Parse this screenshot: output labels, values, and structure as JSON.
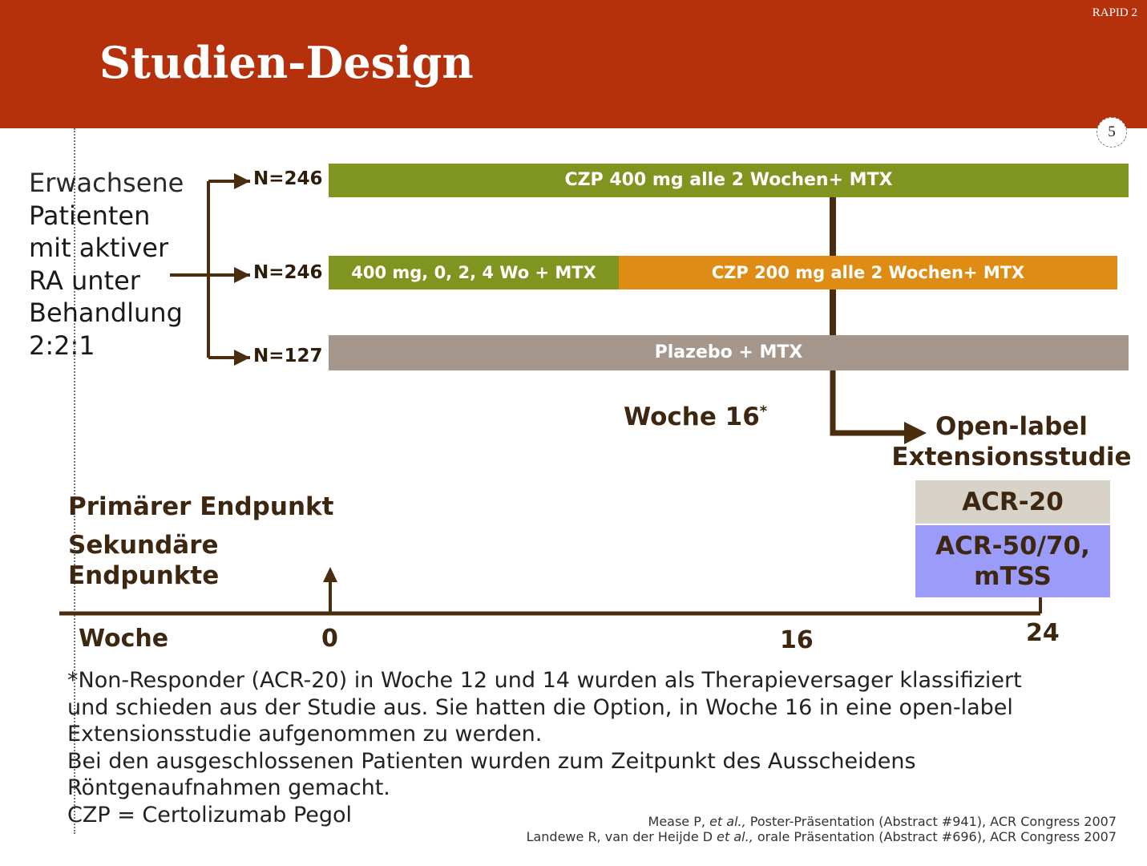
{
  "header": {
    "title": "Studien-Design",
    "tag": "RAPID 2",
    "page_number": "5"
  },
  "population": {
    "lines": [
      "Erwachsene",
      "Patienten",
      "mit aktiver",
      "RA unter",
      "Behandlung",
      "2:2:1"
    ]
  },
  "arms": [
    {
      "n_label": "N=246",
      "segments": [
        {
          "label": "CZP 400 mg alle 2 Wochen+ MTX",
          "color": "#7f951f"
        }
      ]
    },
    {
      "n_label": "N=246",
      "segments": [
        {
          "label": "400 mg, 0, 2, 4 Wo + MTX",
          "color": "#7f951f"
        },
        {
          "label": "CZP 200 mg alle 2 Wochen+ MTX",
          "color": "#de8c14"
        }
      ]
    },
    {
      "n_label": "N=127",
      "segments": [
        {
          "label": "Plazebo + MTX",
          "color": "#a5978b"
        }
      ]
    }
  ],
  "week16": {
    "label": "Woche 16",
    "marker": "*"
  },
  "open_label": {
    "line1": "Open-label",
    "line2": "Extensionsstudie"
  },
  "endpoints": {
    "primary": "Primärer Endpunkt",
    "secondary_line1": "Sekundäre",
    "secondary_line2": "Endpunkte",
    "box_primary": "ACR-20",
    "box_secondary_line1": "ACR-50/70,",
    "box_secondary_line2": "mTSS",
    "box_primary_color": "#d8d3c8",
    "box_secondary_color": "#9b9bfa"
  },
  "timeline": {
    "axis_label": "Woche",
    "ticks": [
      "0",
      "16",
      "24"
    ]
  },
  "footnote": {
    "lines": [
      "*Non-Responder (ACR-20) in Woche 12 und 14 wurden als Therapieversager klassifiziert",
      "und schieden aus der Studie aus. Sie hatten die Option, in Woche 16 in eine open-label",
      "Extensionsstudie aufgenommen zu werden.",
      "Bei den ausgeschlossenen Patienten wurden zum Zeitpunkt des Ausscheidens",
      "Röntgenaufnahmen gemacht.",
      "CZP = Certolizumab Pegol"
    ]
  },
  "references": [
    {
      "pre": "Mease P, ",
      "italic": "et al.,",
      "post": " Poster-Präsentation (Abstract #941), ACR Congress 2007"
    },
    {
      "pre": "Landewe R, van der Heijde D ",
      "italic": "et al.,",
      "post": " orale Präsentation (Abstract #696), ACR Congress 2007"
    }
  ],
  "colors": {
    "header": "#b5310c",
    "arrow": "#4a2c0f",
    "text_brown": "#3d2710"
  }
}
